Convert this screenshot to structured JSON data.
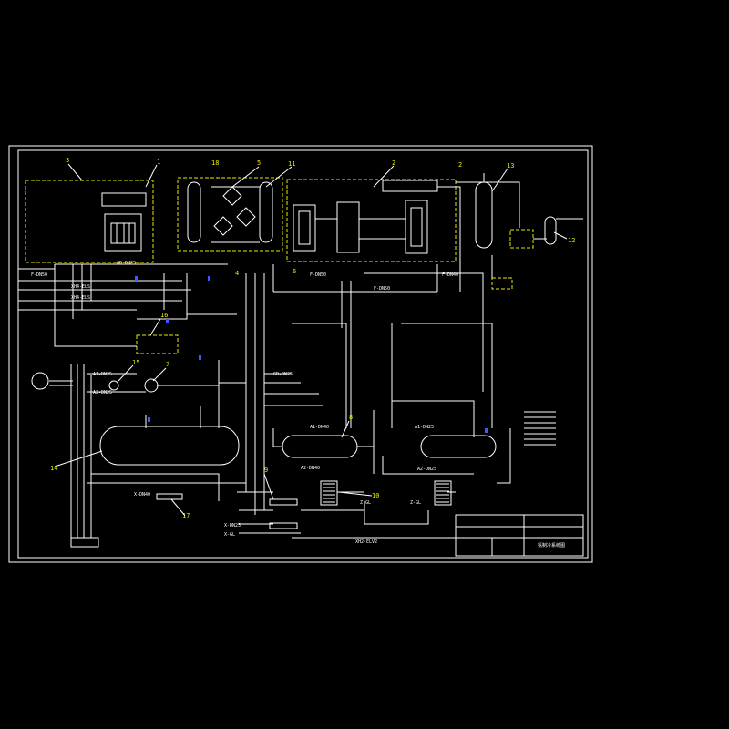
{
  "numbers": {
    "n1": "1",
    "n2": "2",
    "n3": "3",
    "n4": "4",
    "n5": "5",
    "n6": "6",
    "n7": "7",
    "n8": "8",
    "n9": "9",
    "n10": "10",
    "n11": "11",
    "n12": "12",
    "n13": "13",
    "n14": "14",
    "n15": "15",
    "n16": "16",
    "n17": "17",
    "n18": "18",
    "n2b": "2"
  },
  "pipe_labels": {
    "f1": "F-DN50",
    "f2": "F-DN50",
    "f3": "F-DN40",
    "f4": "F-DN50",
    "xh1": "XH4-ELS",
    "xh2": "XH4-ELS",
    "gd1": "GD-DN25",
    "gd2": "GD-DN25",
    "a1": "A1-DN25",
    "a2": "A2-DN25",
    "a3": "A1-DN40",
    "a4": "A2-DN40",
    "a5": "A1-DN25",
    "a6": "A2-DN25",
    "x1": "X-DN40",
    "x2": "X-DN25",
    "x3": "X-GL",
    "z1": "Z-GL",
    "z2": "Z-GL",
    "xgl": "XH2-ELV2"
  },
  "colors": {
    "frame": "#ffffff",
    "yellow": "#e8e800",
    "blue": "#3b5bff"
  },
  "title_block": {
    "drawing_name": "氨制冷系统图"
  }
}
